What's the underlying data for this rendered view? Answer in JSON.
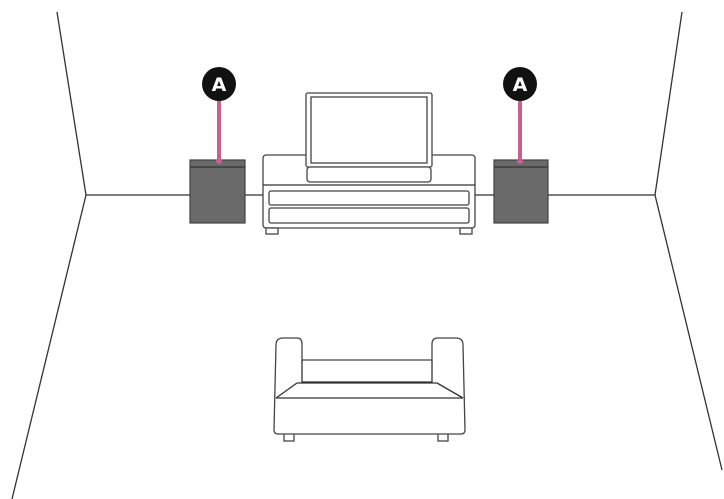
{
  "callouts": [
    {
      "id": "left",
      "letter": "A"
    },
    {
      "id": "right",
      "letter": "A"
    }
  ],
  "colors": {
    "speaker_fill": "#6a6a6a",
    "leader_line": "#c8608f",
    "badge_fill": "#111111",
    "badge_text": "#ffffff"
  }
}
